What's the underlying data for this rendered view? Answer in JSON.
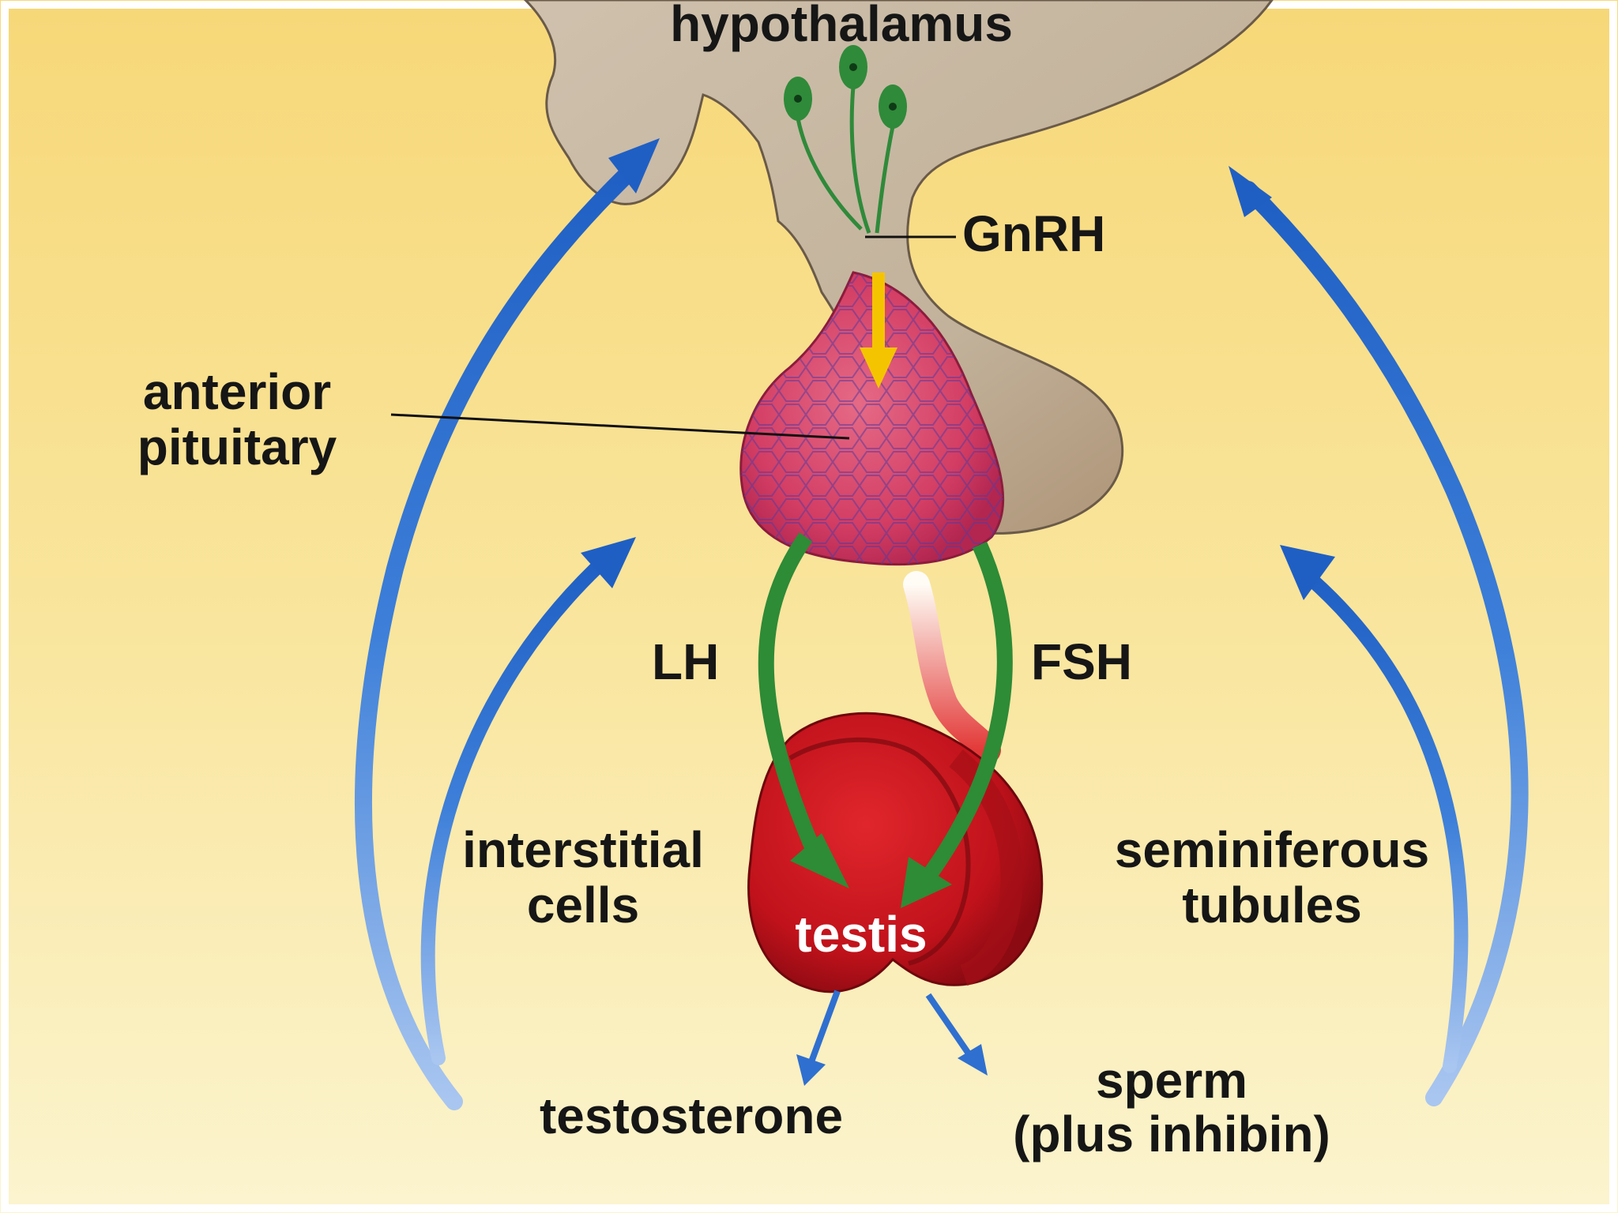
{
  "labels": {
    "hypothalamus": "hypothalamus",
    "gnrh": "GnRH",
    "anterior_pituitary_line1": "anterior",
    "anterior_pituitary_line2": "pituitary",
    "lh": "LH",
    "fsh": "FSH",
    "interstitial_cells_line1": "interstitial",
    "interstitial_cells_line2": "cells",
    "seminiferous_tubules_line1": "seminiferous",
    "seminiferous_tubules_line2": "tubules",
    "testis": "testis",
    "testosterone": "testosterone",
    "sperm_line1": "sperm",
    "sperm_line2": "(plus inhibin)"
  },
  "colors": {
    "background_top": "#f7d878",
    "background_bottom": "#fbf4cf",
    "brain_tissue": "#c9b8a3",
    "pituitary": "#d8456a",
    "testis": "#c4141c",
    "gnrh_neurons": "#2f8a3a",
    "stimulation_arrows": "#2e8b36",
    "feedback_arrows": "#2f6fd0",
    "gnrh_arrow": "#f5c400",
    "text": "#161616"
  }
}
